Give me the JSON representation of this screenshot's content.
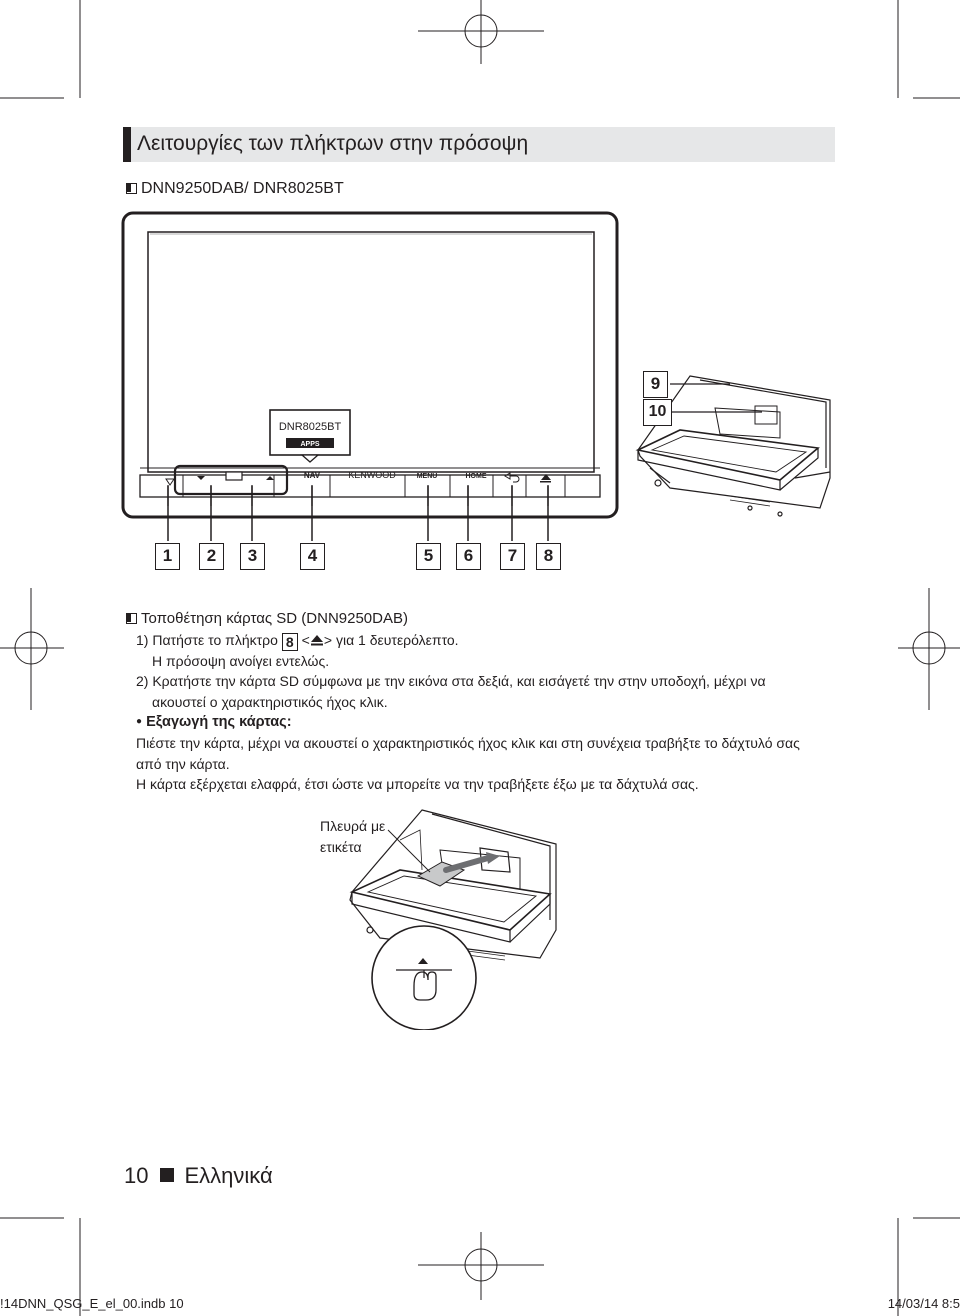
{
  "section_title": "Λειτουργίες των πλήκτρων στην πρόσοψη",
  "model_heading": "DNN9250DAB/ DNR8025BT",
  "device": {
    "model_badge": "DNR8025BT",
    "apps_label": "APPS",
    "buttons": {
      "nav": "NAV",
      "brand": "KENWOOD",
      "menu": "MENU",
      "home": "HOME"
    }
  },
  "callouts": [
    "1",
    "2",
    "3",
    "4",
    "5",
    "6",
    "7",
    "8",
    "9",
    "10"
  ],
  "sd_section": {
    "heading": "Τοποθέτηση κάρτας SD (DNN9250DAB)",
    "step1_prefix": "1)  Πατήστε το πλήκτρο",
    "step1_key": "8",
    "step1_suffix": "για 1 δευτερόλεπτο.",
    "step1_line2": "Η πρόσοψη ανοίγει εντελώς.",
    "step2_line1": "2)  Κρατήστε την κάρτα SD σύμφωνα με την εικόνα στα δεξιά, και εισάγετέ την στην υποδοχή, μέχρι να",
    "step2_line2": "ακουστεί ο χαρακτηριστικός ήχος κλικ.",
    "eject_heading": "Εξαγωγή της κάρτας:",
    "eject_line1": "Πιέστε την κάρτα, μέχρι να ακουστεί ο χαρακτηριστικός ήχος κλικ και στη συνέχεια τραβήξτε το δάχτυλό σας",
    "eject_line2": "από την κάρτα.",
    "eject_line3": "Η κάρτα εξέρχεται ελαφρά, έτσι ώστε να μπορείτε να την τραβήξετε έξω με τα δάχτυλά σας.",
    "label_line1": "Πλευρά με",
    "label_line2": "ετικέτα"
  },
  "page_number": "10",
  "language": "Ελληνικά",
  "footer_left": "!14DNN_QSG_E_el_00.indb   10",
  "footer_right": "14/03/14   8:5"
}
